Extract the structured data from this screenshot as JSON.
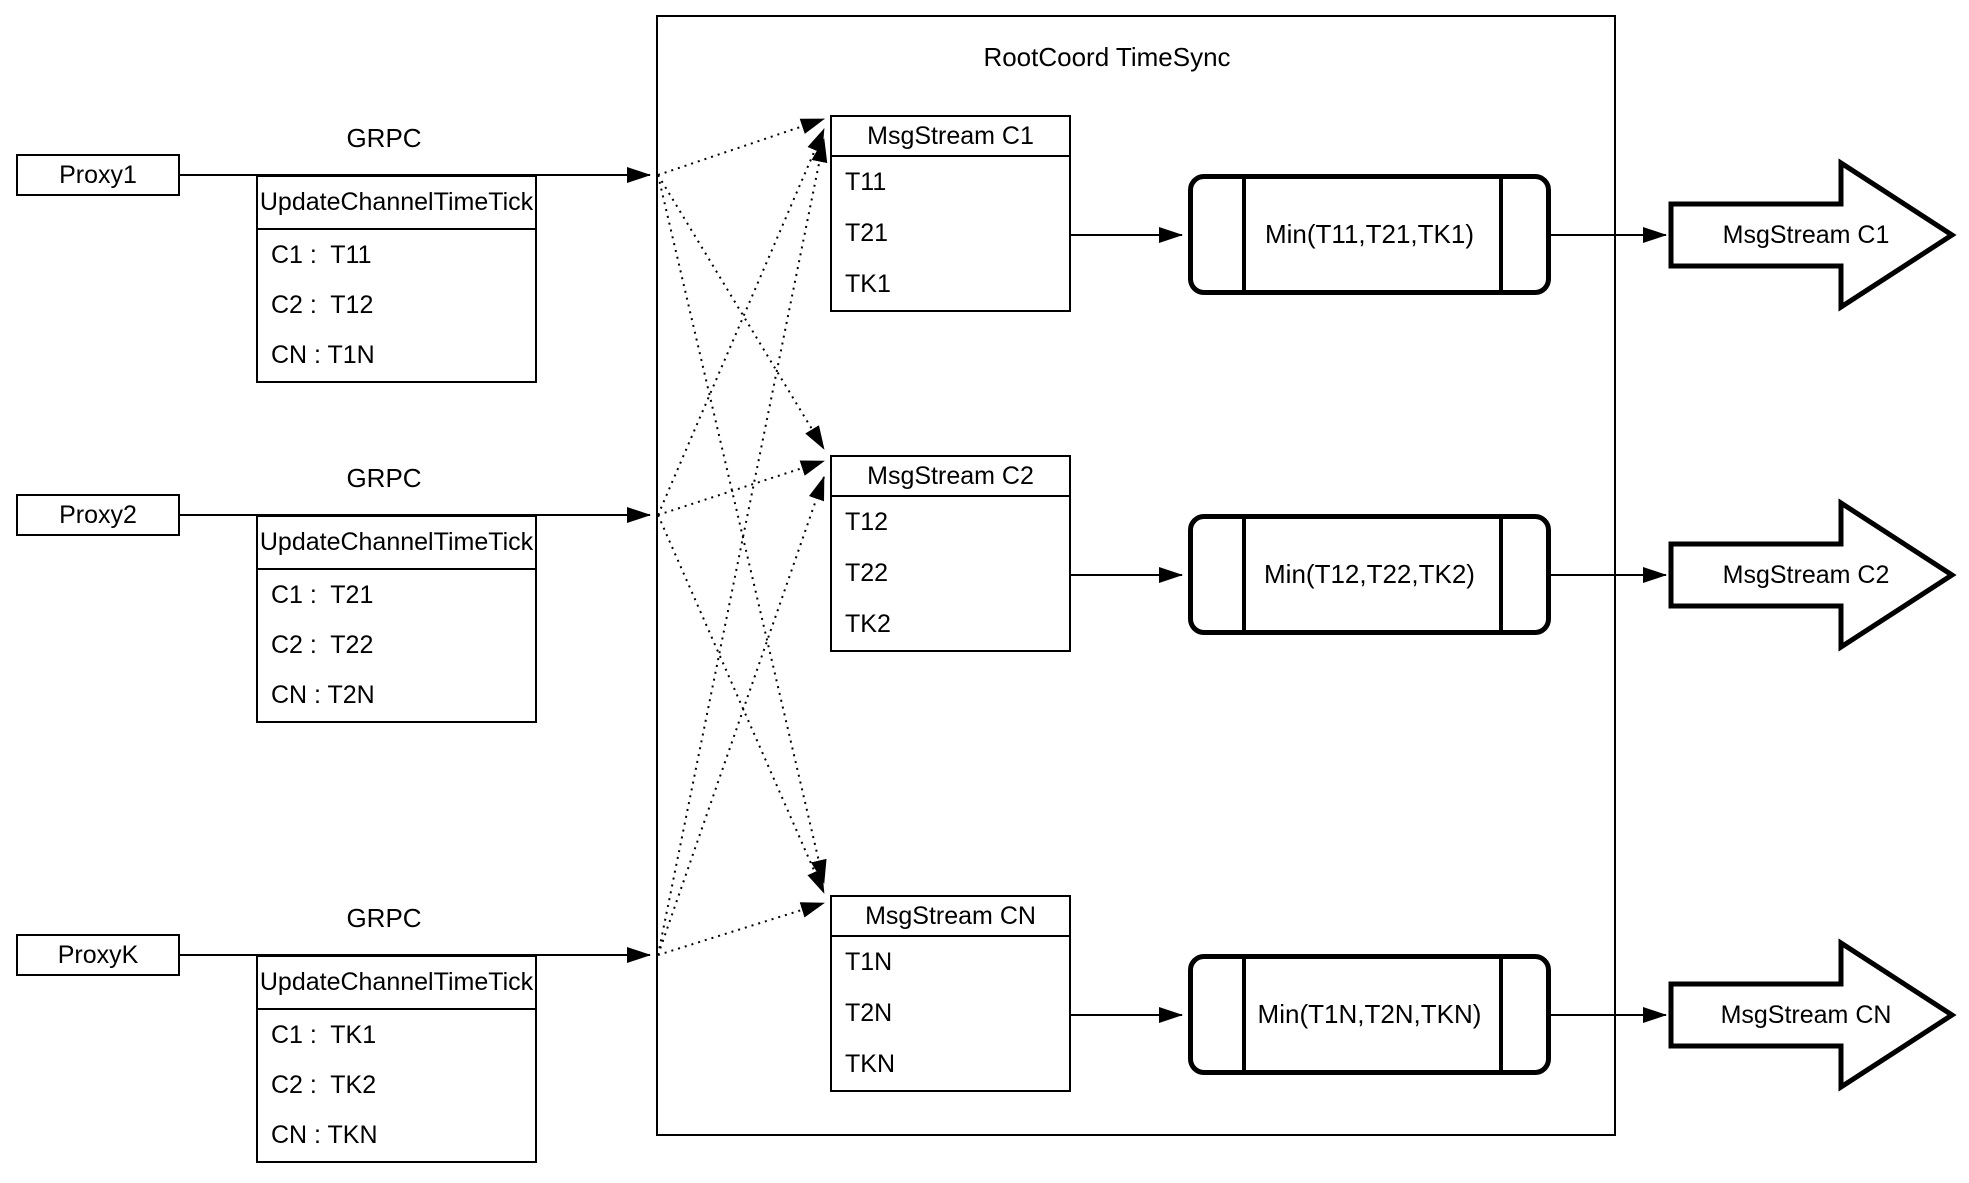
{
  "title": "RootCoord TimeSync",
  "rows": [
    {
      "proxy_label": "Proxy1",
      "grpc_label": "GRPC",
      "update_table": {
        "header": "UpdateChannelTimeTick",
        "rows": [
          "C1 :  T11",
          "C2 :  T12",
          "CN : T1N"
        ]
      },
      "msgstream_table": {
        "header": "MsgStream C1",
        "rows": [
          "T11",
          "T21",
          "TK1"
        ]
      },
      "min_label": "Min(T11,T21,TK1)",
      "output_arrow_label": "MsgStream C1"
    },
    {
      "proxy_label": "Proxy2",
      "grpc_label": "GRPC",
      "update_table": {
        "header": "UpdateChannelTimeTick",
        "rows": [
          "C1 :  T21",
          "C2 :  T22",
          "CN : T2N"
        ]
      },
      "msgstream_table": {
        "header": "MsgStream C2",
        "rows": [
          "T12",
          "T22",
          "TK2"
        ]
      },
      "min_label": "Min(T12,T22,TK2)",
      "output_arrow_label": "MsgStream C2"
    },
    {
      "proxy_label": "ProxyK",
      "grpc_label": "GRPC",
      "update_table": {
        "header": "UpdateChannelTimeTick",
        "rows": [
          "C1 :  TK1",
          "C2 :  TK2",
          "CN : TKN"
        ]
      },
      "msgstream_table": {
        "header": "MsgStream CN",
        "rows": [
          "T1N",
          "T2N",
          "TKN"
        ]
      },
      "min_label": "Min(T1N,T2N,TKN)",
      "output_arrow_label": "MsgStream CN"
    }
  ],
  "colors": {
    "stroke": "#000000",
    "background": "#ffffff"
  }
}
